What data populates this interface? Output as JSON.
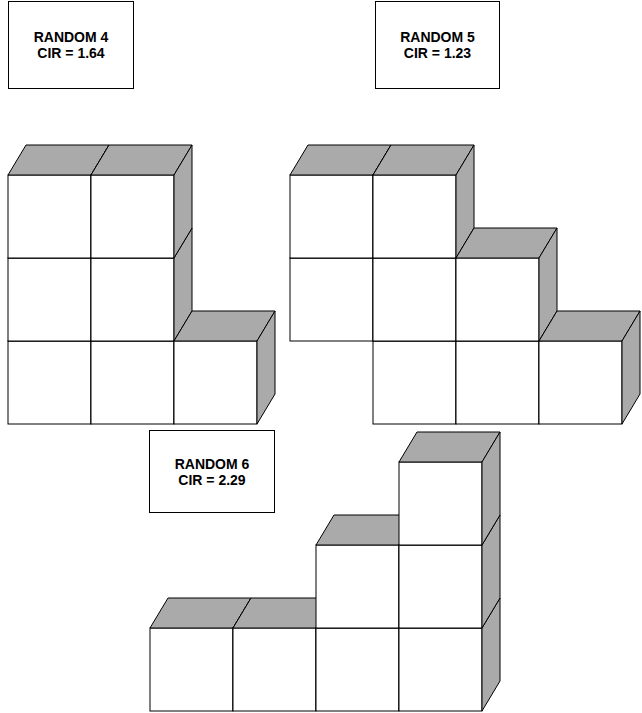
{
  "diagram": {
    "nodes": [
      {
        "text": [
          "RANDOM 4",
          "CIR = 1.64"
        ]
      },
      {
        "text": [
          "RANDOM 5",
          "CIR = 1.23"
        ]
      },
      {
        "text": [
          "RANDOM 6",
          "CIR = 2.29"
        ]
      }
    ]
  }
}
